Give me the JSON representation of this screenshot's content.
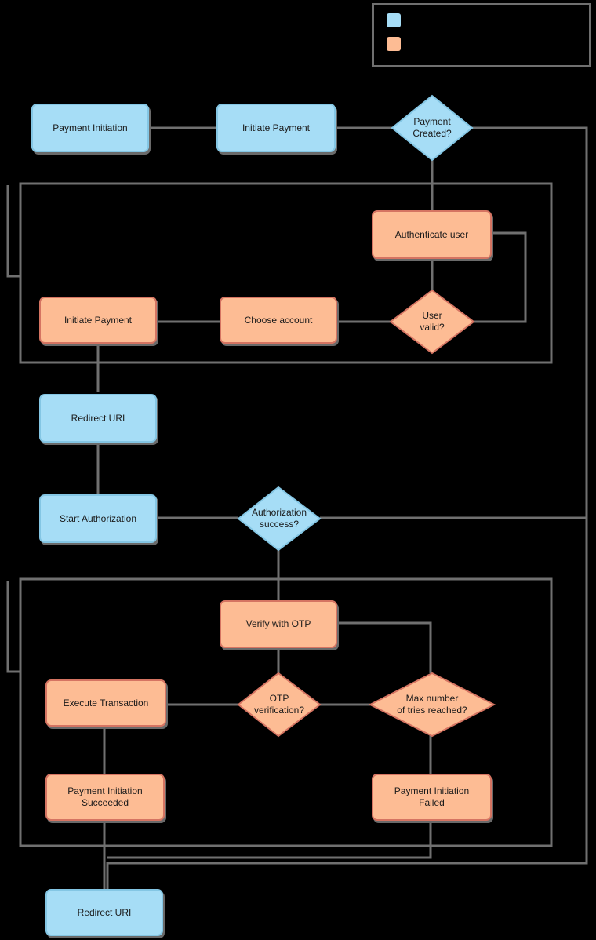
{
  "legend": {
    "items": [
      {
        "color": "#a6ddf6",
        "label": ""
      },
      {
        "color": "#fdbc94",
        "label": ""
      }
    ]
  },
  "nodes": {
    "payment_initiation": "Payment Initiation",
    "initiate_payment_top": "Initiate Payment",
    "payment_created": "Payment\nCreated?",
    "authenticate_user": "Authenticate user",
    "user_valid": "User\nvalid?",
    "choose_account": "Choose account",
    "initiate_payment_mid": "Initiate Payment",
    "redirect_uri_1": "Redirect URI",
    "start_authorization": "Start Authorization",
    "authorization_success": "Authorization\nsuccess?",
    "verify_otp": "Verify with OTP",
    "otp_verification": "OTP\nverification?",
    "max_tries": "Max number\nof tries reached?",
    "execute_transaction": "Execute Transaction",
    "payment_succeeded": "Payment Initiation\nSucceeded",
    "payment_failed": "Payment Initiation\nFailed",
    "redirect_uri_2": "Redirect URI"
  },
  "colors": {
    "blue_fill": "#a6ddf6",
    "blue_border": "#84c6e4",
    "orange_fill": "#fdbc94",
    "orange_border": "#d57462",
    "line": "#707070",
    "background": "#000000"
  }
}
